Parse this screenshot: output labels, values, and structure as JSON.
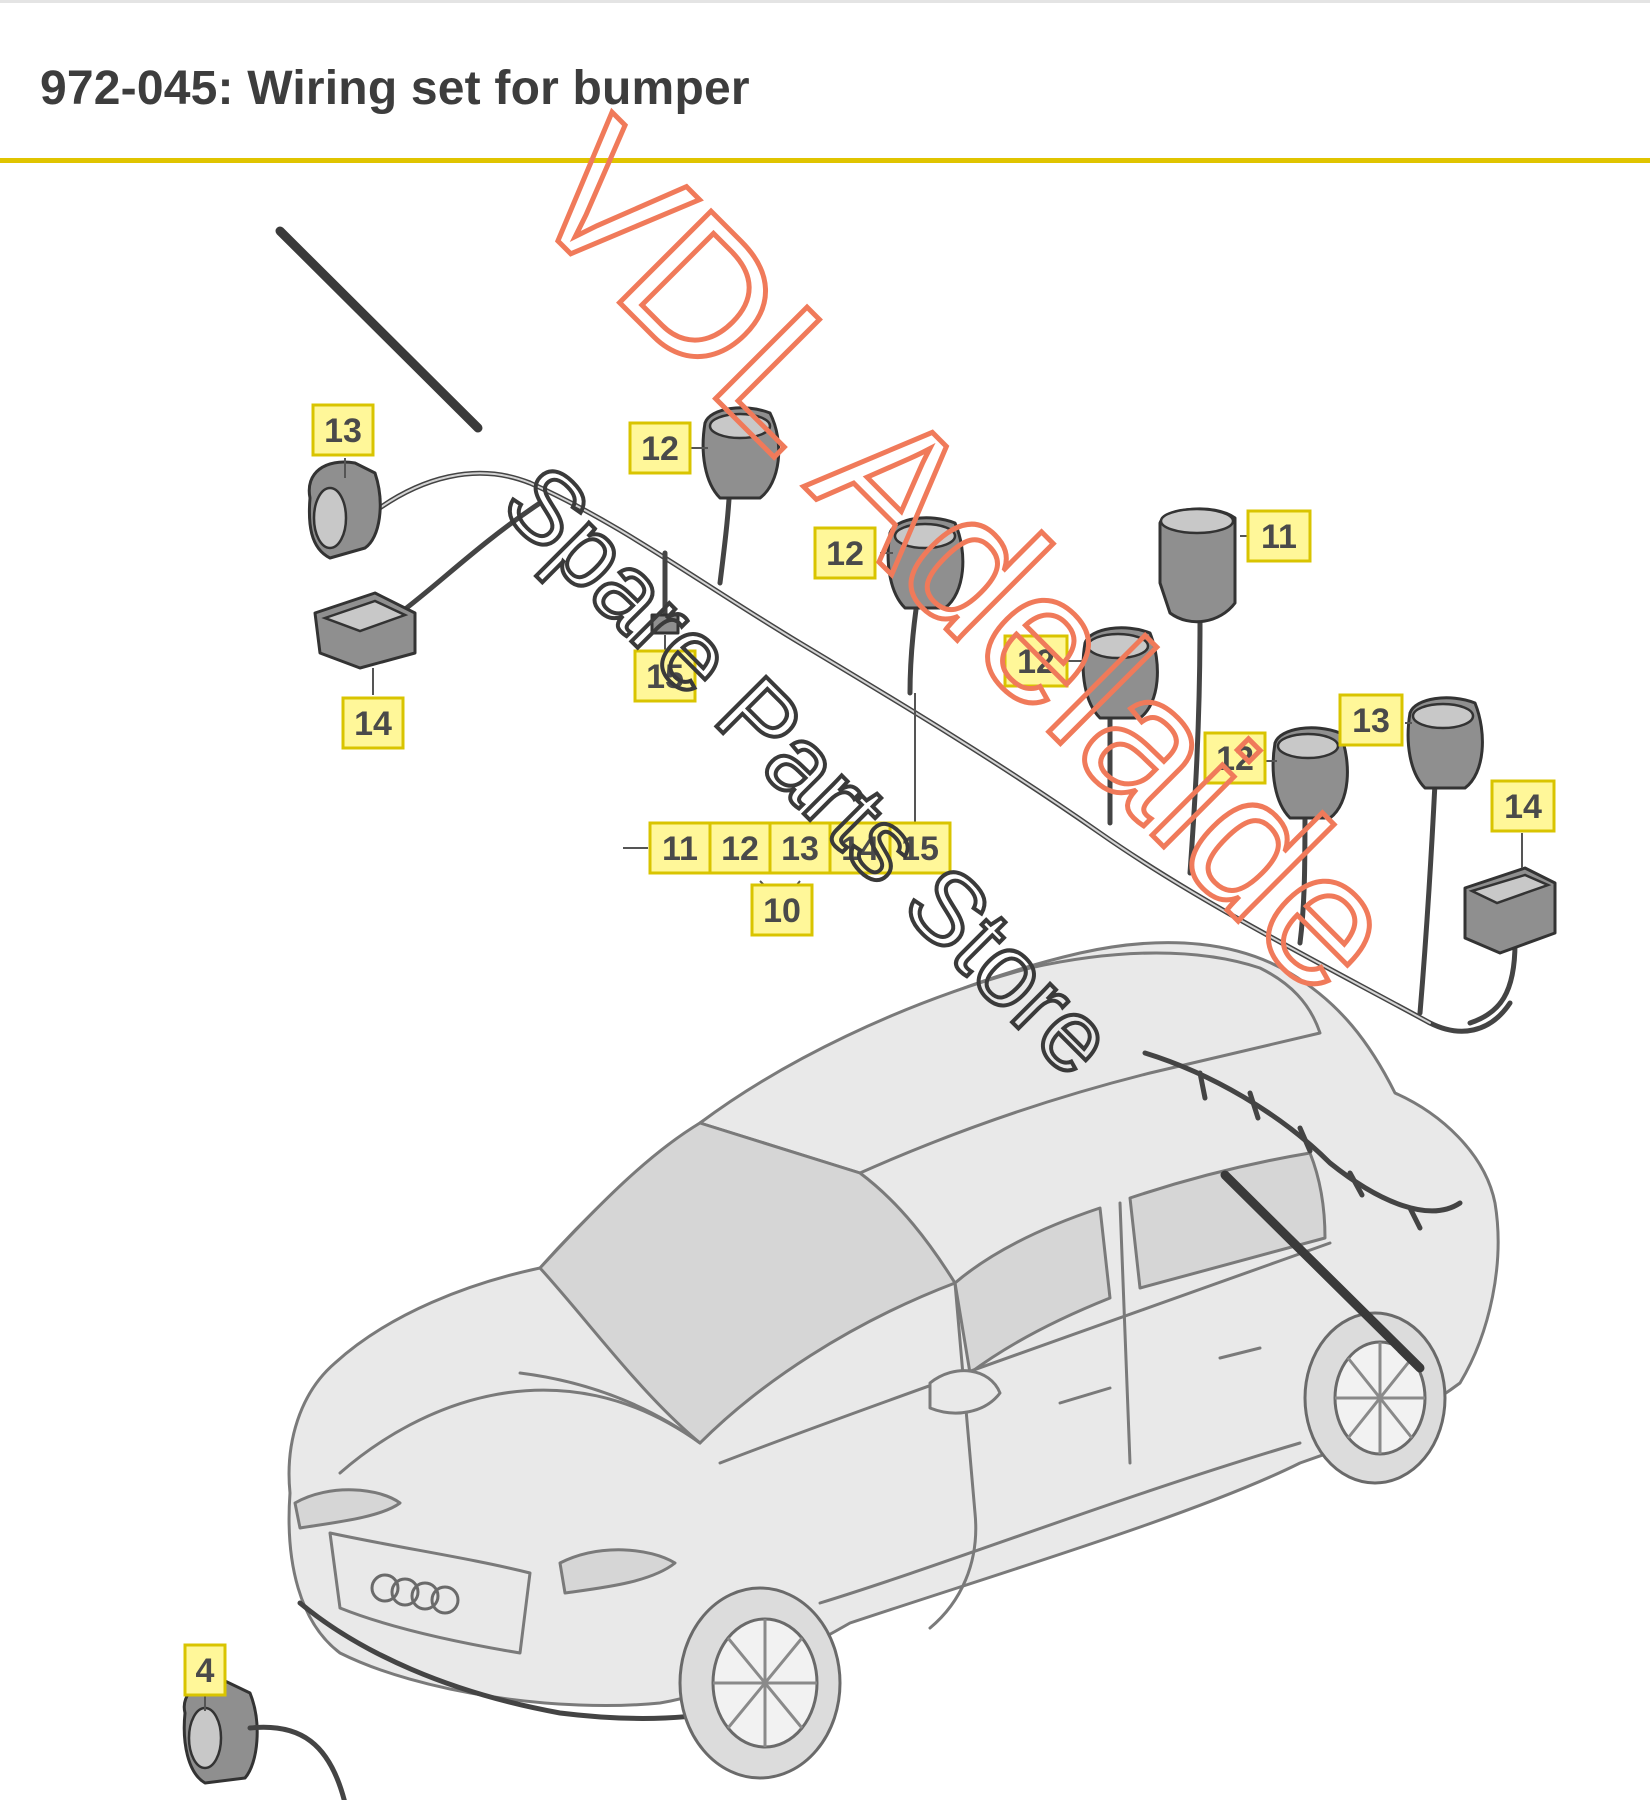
{
  "header": {
    "title": "972-045: Wiring set for bumper"
  },
  "watermark": {
    "line1": "VDL Adelaide",
    "line2": "Spare Parts Store",
    "line1_color": "#f07a5a",
    "line2_color": "#3a3a3a"
  },
  "callouts": {
    "c13_left": "13",
    "c14_left": "14",
    "c12_a": "12",
    "c15_mid": "15",
    "c12_b": "12",
    "c11_top": "11",
    "c12_c": "12",
    "c12_d": "12",
    "c13_right": "13",
    "c14_right": "14",
    "group": [
      "11",
      "12",
      "13",
      "14",
      "15"
    ],
    "c10": "10",
    "c4": "4"
  },
  "colors": {
    "accent_line": "#e0c400",
    "callout_fill": "#fff799",
    "title_text": "#3d3d3d"
  }
}
